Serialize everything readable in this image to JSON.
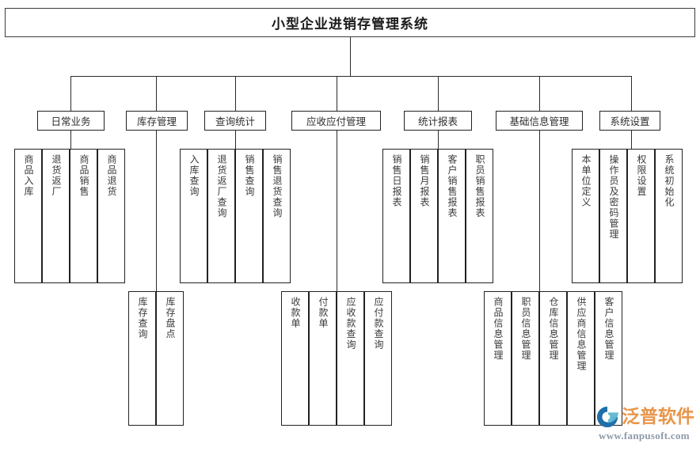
{
  "diagram": {
    "type": "org-chart",
    "title": "小型企业进销存管理系统",
    "modules": [
      {
        "id": "daily",
        "label": "日常业务",
        "children": [
          "商品入库",
          "退货返厂",
          "商品销售",
          "商品退货"
        ]
      },
      {
        "id": "inventory",
        "label": "库存管理",
        "children": [
          "库存查询",
          "库存盘点"
        ]
      },
      {
        "id": "query",
        "label": "查询统计",
        "children": [
          "入库查询",
          "退货返厂查询",
          "销售查询",
          "销售退货查询"
        ]
      },
      {
        "id": "receivable",
        "label": "应收应付管理",
        "children": [
          "收款单",
          "付款单",
          "应收款查询",
          "应付款查询"
        ]
      },
      {
        "id": "report",
        "label": "统计报表",
        "children": [
          "销售日报表",
          "销售月报表",
          "客户销售报表",
          "职员销售报表"
        ]
      },
      {
        "id": "basic",
        "label": "基础信息管理",
        "children": [
          "商品信息管理",
          "职员信息管理",
          "仓库信息管理",
          "供应商信息管理",
          "客户信息管理"
        ]
      },
      {
        "id": "system",
        "label": "系统设置",
        "children": [
          "本单位定义",
          "操作员及密码管理",
          "权限设置",
          "系统初始化"
        ]
      }
    ]
  },
  "watermark": {
    "brand": "泛普软件",
    "url": "www.fanpusoft.com",
    "logo_icon": "swirl-logo-icon",
    "brand_color": "#e8954a",
    "logo_color": "#1f6fa8",
    "url_color": "#8e9aa8"
  }
}
